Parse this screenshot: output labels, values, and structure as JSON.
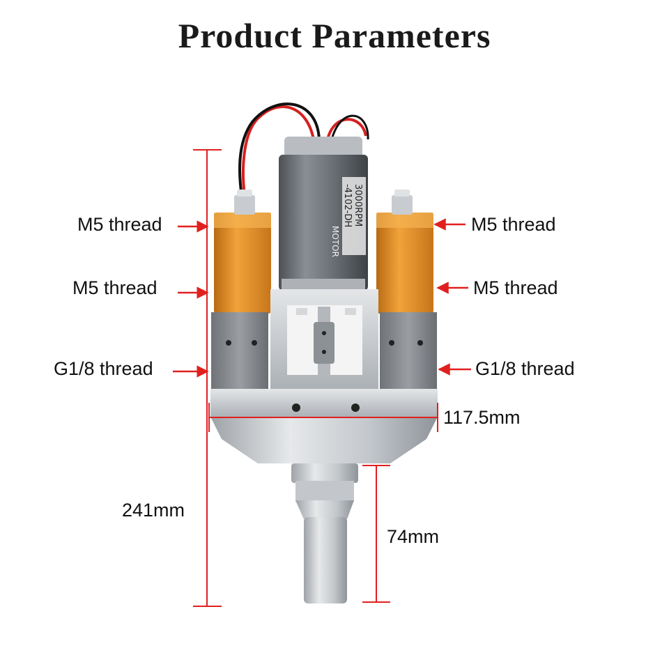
{
  "title": "Product Parameters",
  "annotations": {
    "left_top": "M5 thread",
    "left_mid": "M5 thread",
    "left_bottom": "G1/8 thread",
    "right_top": "M5 thread",
    "right_mid": "M5 thread",
    "right_bottom": "G1/8 thread"
  },
  "dimensions": {
    "width": "117.5mm",
    "total_height": "241mm",
    "nozzle_length": "74mm"
  },
  "motor_label": {
    "brand": "MOTOR",
    "model": "-4102-DH",
    "speed": "3000RPM"
  },
  "colors": {
    "dimension_line": "#e0201f",
    "orange_block": "#e08a1e",
    "aluminum": "#c9cdd1",
    "motor_body": "#6b6f75"
  }
}
